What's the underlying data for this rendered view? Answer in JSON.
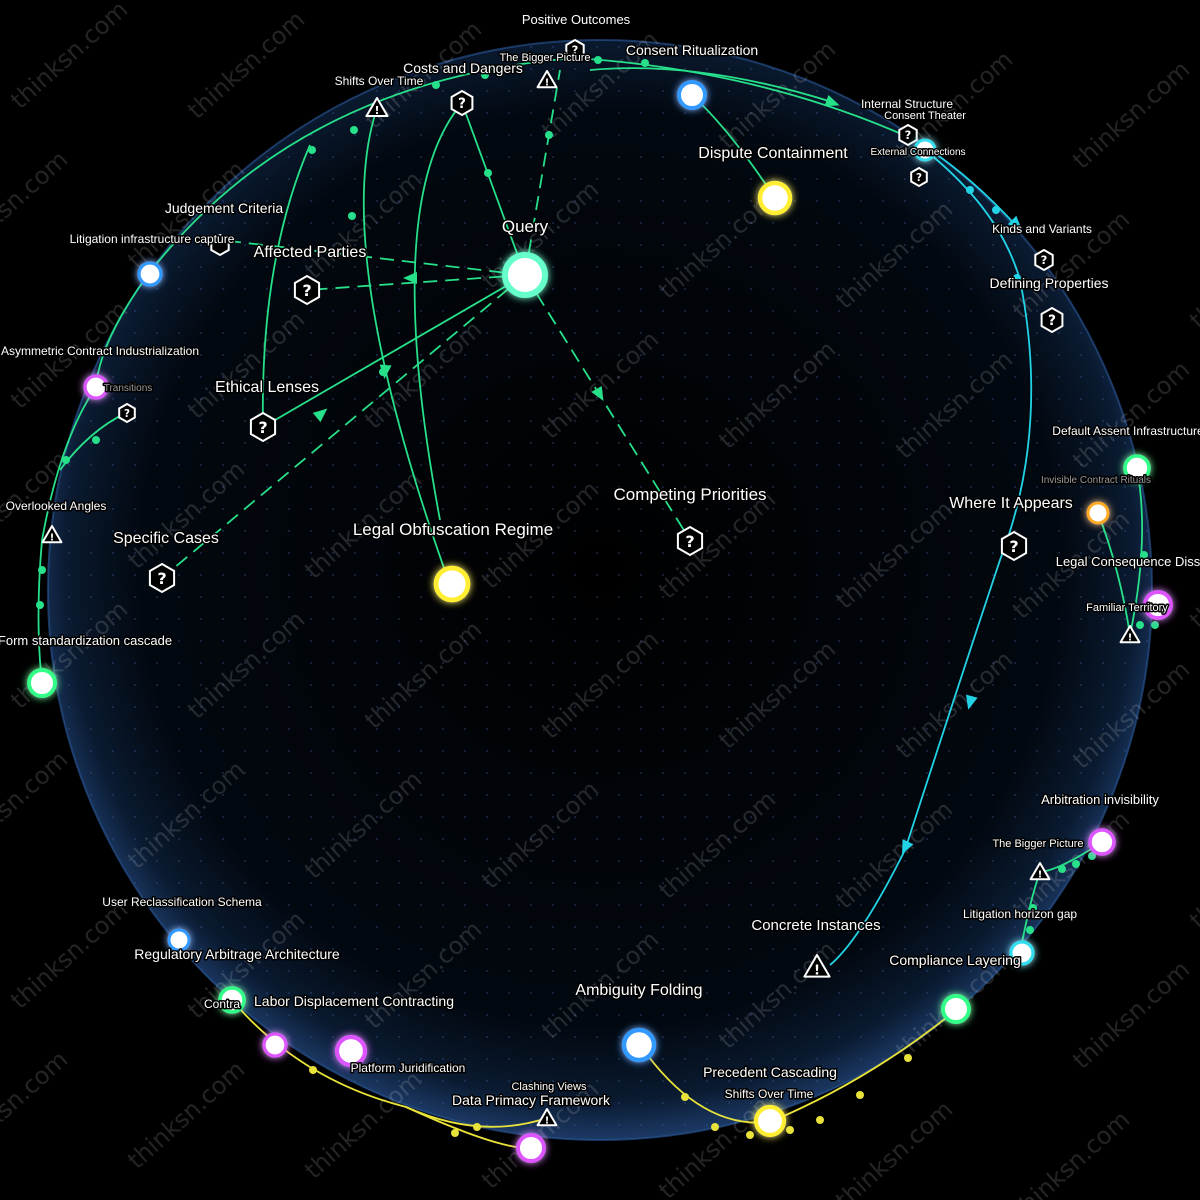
{
  "watermark": "thinksn.com",
  "colors": {
    "background": "#000000",
    "sphere": "#0b1c33",
    "edge_green": "#27e08a",
    "edge_cyan": "#22d3e6",
    "edge_yellow": "#e8e23a",
    "node_yellow": "#ffee33",
    "node_blue": "#3399ff",
    "node_green": "#33ff88",
    "node_magenta": "#dd55ff",
    "node_cyan": "#33ddee",
    "node_orange": "#ffaa22",
    "node_teal": "#66ffcc"
  },
  "nodes": [
    {
      "id": "query",
      "label": "Query",
      "kind": "teal-dot"
    },
    {
      "id": "legal-obfuscation",
      "label": "Legal Obfuscation Regime",
      "kind": "yellow-dot"
    },
    {
      "id": "dispute-containment",
      "label": "Dispute Containment",
      "kind": "yellow-dot"
    },
    {
      "id": "competing-priorities",
      "label": "Competing Priorities",
      "kind": "question-icon"
    },
    {
      "id": "ethical-lenses",
      "label": "Ethical Lenses",
      "kind": "question-icon"
    },
    {
      "id": "specific-cases",
      "label": "Specific Cases",
      "kind": "question-icon"
    },
    {
      "id": "affected-parties",
      "label": "Affected Parties",
      "kind": "question-icon"
    },
    {
      "id": "judgement-criteria",
      "label": "Judgement Criteria",
      "kind": "text"
    },
    {
      "id": "litigation-infra",
      "label": "Litigation infrastructure capture",
      "kind": "blue-dot"
    },
    {
      "id": "asymmetric-contract",
      "label": "Asymmetric Contract Industrialization",
      "kind": "magenta-dot"
    },
    {
      "id": "transitions",
      "label": "Transitions",
      "kind": "question-icon"
    },
    {
      "id": "overlooked-angles",
      "label": "Overlooked Angles",
      "kind": "warning-icon"
    },
    {
      "id": "form-standardization",
      "label": "Form standardization cascade",
      "kind": "green-dot"
    },
    {
      "id": "costs-dangers",
      "label": "Costs and Dangers",
      "kind": "question-icon"
    },
    {
      "id": "shifts-time-top",
      "label": "Shifts Over Time",
      "kind": "warning-icon"
    },
    {
      "id": "positive-outcomes",
      "label": "Positive Outcomes",
      "kind": "question-icon"
    },
    {
      "id": "bigger-picture-top",
      "label": "The Bigger Picture",
      "kind": "warning-icon"
    },
    {
      "id": "consent-ritualization",
      "label": "Consent Ritualization",
      "kind": "blue-dot"
    },
    {
      "id": "internal-structure",
      "label": "Internal Structure",
      "kind": "question-icon"
    },
    {
      "id": "consent-theater",
      "label": "Consent Theater",
      "kind": "text"
    },
    {
      "id": "external-connections",
      "label": "External Connections",
      "kind": "question-icon"
    },
    {
      "id": "kinds-variants",
      "label": "Kinds and Variants",
      "kind": "question-icon"
    },
    {
      "id": "defining-properties",
      "label": "Defining Properties",
      "kind": "question-icon"
    },
    {
      "id": "default-assent",
      "label": "Default Assent Infrastructure",
      "kind": "green-dot"
    },
    {
      "id": "invisible-contract",
      "label": "Invisible Contract Rituals",
      "kind": "orange-dot"
    },
    {
      "id": "where-it-appears",
      "label": "Where It Appears",
      "kind": "question-icon"
    },
    {
      "id": "legal-consequence",
      "label": "Legal Consequence Diss",
      "kind": "magenta-dot"
    },
    {
      "id": "familiar-territory",
      "label": "Familiar Territory",
      "kind": "warning-icon"
    },
    {
      "id": "arbitration-invisibility",
      "label": "Arbitration invisibility",
      "kind": "magenta-dot"
    },
    {
      "id": "bigger-picture-right",
      "label": "The Bigger Picture",
      "kind": "warning-icon"
    },
    {
      "id": "litigation-horizon",
      "label": "Litigation horizon gap",
      "kind": "cyan-dot"
    },
    {
      "id": "compliance-layering",
      "label": "Compliance Layering",
      "kind": "green-dot"
    },
    {
      "id": "concrete-instances",
      "label": "Concrete Instances",
      "kind": "warning-icon"
    },
    {
      "id": "ambiguity-folding",
      "label": "Ambiguity Folding",
      "kind": "blue-dot"
    },
    {
      "id": "precedent-cascading",
      "label": "Precedent Cascading",
      "kind": "yellow-dot"
    },
    {
      "id": "shifts-time-bottom",
      "label": "Shifts Over Time",
      "kind": "text"
    },
    {
      "id": "data-primacy",
      "label": "Data Primacy Framework",
      "kind": "magenta-dot"
    },
    {
      "id": "clashing-views",
      "label": "Clashing Views",
      "kind": "warning-icon"
    },
    {
      "id": "platform-juridification",
      "label": "Platform Juridification",
      "kind": "magenta-dot"
    },
    {
      "id": "labor-displacement",
      "label": "Labor Displacement Contracting",
      "kind": "magenta-dot"
    },
    {
      "id": "contra",
      "label": "Contra",
      "kind": "green-dot"
    },
    {
      "id": "regulatory-arbitrage",
      "label": "Regulatory Arbitrage Architecture",
      "kind": "blue-dot"
    },
    {
      "id": "user-reclassification",
      "label": "User Reclassification Schema",
      "kind": "text"
    }
  ]
}
